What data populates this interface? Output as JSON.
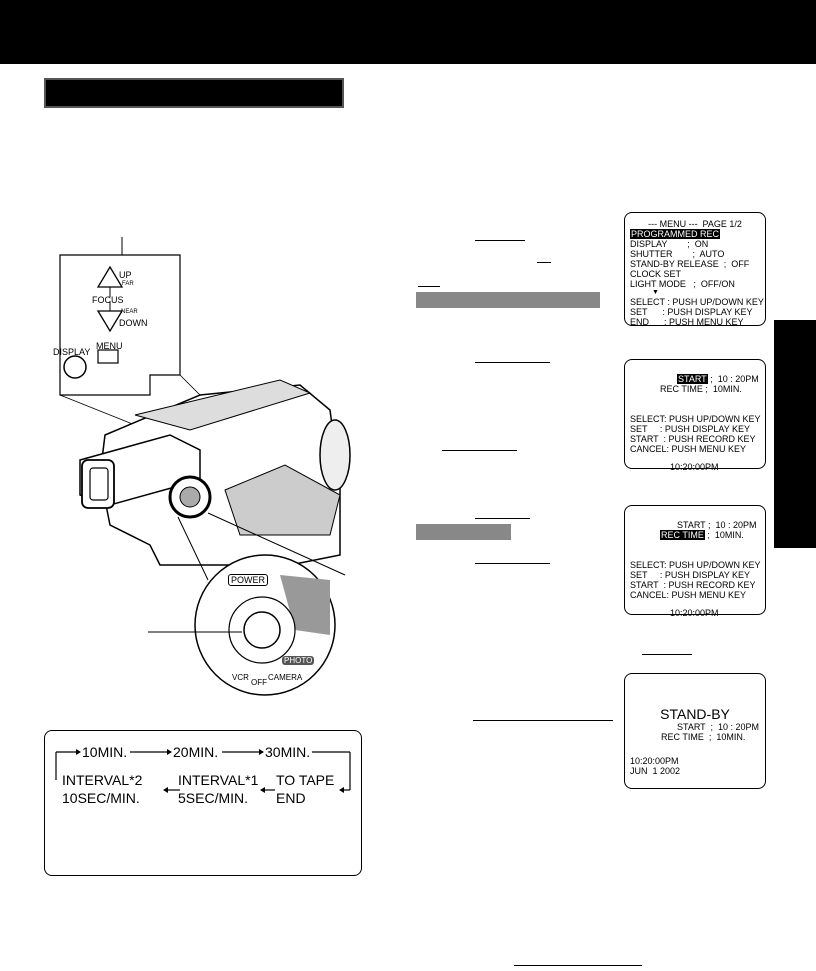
{
  "camera": {
    "labels": {
      "up": "UP",
      "far": "FAR",
      "focus": "FOCUS",
      "near": "NEAR",
      "down": "DOWN",
      "display": "DISPLAY",
      "menu": "MENU",
      "power": "POWER",
      "vcr": "VCR",
      "off": "OFF",
      "camera": "CAMERA",
      "photo": "PHOTO"
    }
  },
  "sequence": {
    "row1": [
      "10MIN.",
      "20MIN.",
      "30MIN."
    ],
    "row2": [
      "INTERVAL*2",
      "INTERVAL*1",
      "TO TAPE"
    ],
    "row3": [
      "10SEC/MIN.",
      "5SEC/MIN.",
      "END"
    ]
  },
  "screen1": {
    "rows": [
      "--- MENU ---  PAGE 1/2",
      "PROGRAMMED REC",
      "DISPLAY        ;  ON",
      "SHUTTER        ;  AUTO",
      "STAND-BY RELEASE  ;  OFF",
      "CLOCK SET",
      "LIGHT MODE   ;  OFF/ON",
      "▼",
      "SELECT : PUSH UP/DOWN KEY",
      "SET      : PUSH DISPLAY KEY",
      "END      : PUSH MENU KEY"
    ]
  },
  "screen2": {
    "start_label": "START",
    "start_value": ";  10 : 20PM",
    "rectime_label": "REC TIME",
    "rectime_value": ";  10MIN.",
    "rows": [
      "SELECT: PUSH UP/DOWN KEY",
      "SET     : PUSH DISPLAY KEY",
      "START  : PUSH RECORD KEY",
      "CANCEL: PUSH MENU KEY"
    ],
    "time": "10:20:00PM"
  },
  "screen3": {
    "start_label": "START",
    "start_value": ";  10 : 20PM",
    "rectime_label": "REC TIME",
    "rectime_value": ";  10MIN.",
    "rows": [
      "SELECT: PUSH UP/DOWN KEY",
      "SET     : PUSH DISPLAY KEY",
      "START  : PUSH RECORD KEY",
      "CANCEL: PUSH MENU KEY"
    ],
    "time": "10:20:00PM"
  },
  "screen4": {
    "title": "STAND-BY",
    "start_row": "START  ;  10 : 20PM",
    "rectime_row": "REC TIME  ;  10MIN.",
    "time": "10:20:00PM",
    "date": "JUN  1 2002"
  }
}
